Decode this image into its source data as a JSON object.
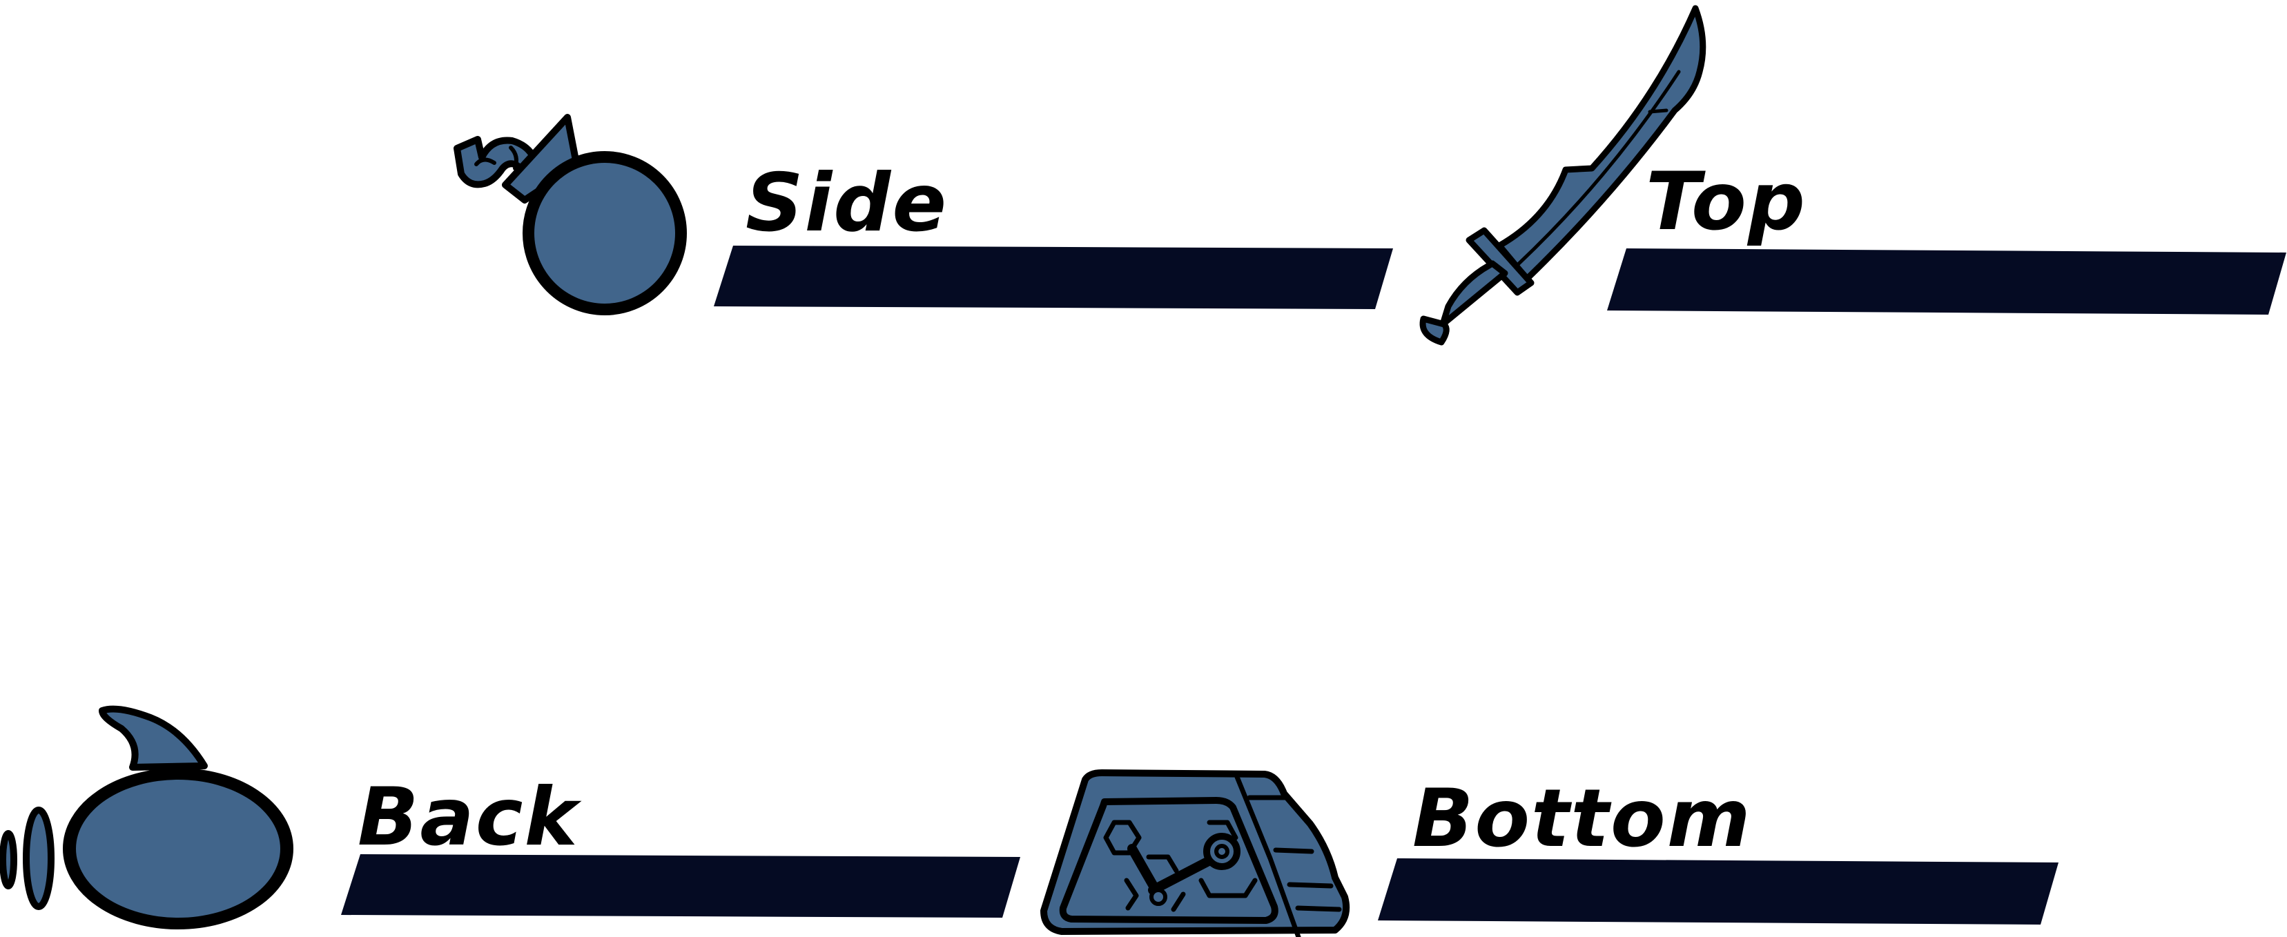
{
  "colors": {
    "fill": "#41658b",
    "outline": "#000000",
    "bar": "#050b23",
    "background": "#ffffff"
  },
  "slots": [
    {
      "id": "side",
      "label": "Side",
      "icon": "bomb-icon"
    },
    {
      "id": "top",
      "label": "Top",
      "icon": "sword-icon"
    },
    {
      "id": "back",
      "label": "Back",
      "icon": "shark-fin-icon"
    },
    {
      "id": "bottom",
      "label": "Bottom",
      "icon": "tank-treads-icon"
    }
  ]
}
